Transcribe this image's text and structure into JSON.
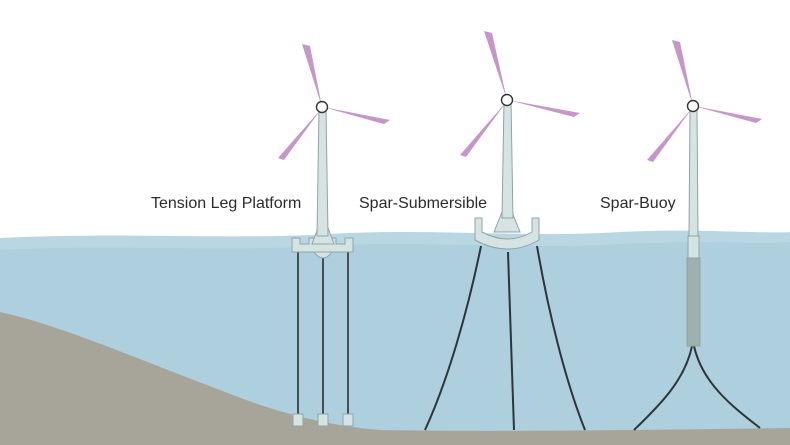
{
  "labels": {
    "tension_leg": "Tension Leg Platform",
    "spar_submersible": "Spar-Submersible",
    "spar_buoy": "Spar-Buoy"
  },
  "colors": {
    "water_light": "#b9d7e2",
    "water": "#aecfdd",
    "seabed": "#a7a59a",
    "blade": "#c497c8",
    "tower": "#d6e3e3",
    "tower_stroke": "#8fa4a6",
    "hub_fill": "#ffffff",
    "hub_stroke": "#333333",
    "tether": "#3a3f44",
    "mooring": "#2f3439",
    "spar_dark": "#9fb0ae"
  }
}
